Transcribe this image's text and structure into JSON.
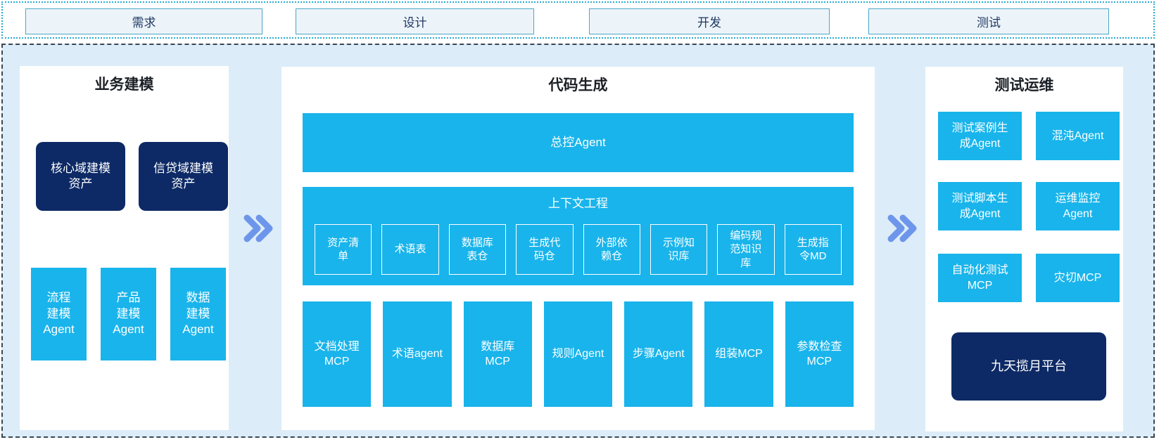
{
  "stages": [
    "需求",
    "设计",
    "开发",
    "测试"
  ],
  "panels": {
    "business_modeling": {
      "title": "业务建模",
      "asset_boxes": [
        "核心域建模\n资产",
        "信贷域建模\n资产"
      ],
      "agent_boxes": [
        "流程\n建模\nAgent",
        "产品\n建模\nAgent",
        "数据\n建模\nAgent"
      ]
    },
    "code_generation": {
      "title": "代码生成",
      "master_agent": "总控Agent",
      "context_engineering": {
        "title": "上下文工程",
        "items": [
          "资产清\n单",
          "术语表",
          "数据库\n表仓",
          "生成代\n码仓",
          "外部依\n赖仓",
          "示例知\n识库",
          "编码规\n范知识\n库",
          "生成指\n令MD"
        ]
      },
      "tools": [
        "文档处理\nMCP",
        "术语agent",
        "数据库\nMCP",
        "规则Agent",
        "步骤Agent",
        "组装MCP",
        "参数检查\nMCP"
      ]
    },
    "test_ops": {
      "title": "测试运维",
      "grid_boxes": [
        "测试案例生\n成Agent",
        "混沌Agent",
        "测试脚本生\n成Agent",
        "运维监控\nAgent",
        "自动化测试\nMCP",
        "灾切MCP"
      ],
      "platform": "九天揽月平台"
    }
  },
  "icons": {
    "flow_arrow": "double-chevron-right"
  },
  "colors": {
    "cyan": "#19b4eb",
    "navy": "#0d2a66",
    "bg_light_blue": "#dcedf9",
    "strip_border": "#2aabd2",
    "main_border": "#3b4751",
    "stage_fill": "#edf4f9",
    "stage_border": "#49a8c6",
    "stage_text": "#1f3864",
    "title_text": "#1b2026",
    "arrow": "#6d96ea"
  }
}
